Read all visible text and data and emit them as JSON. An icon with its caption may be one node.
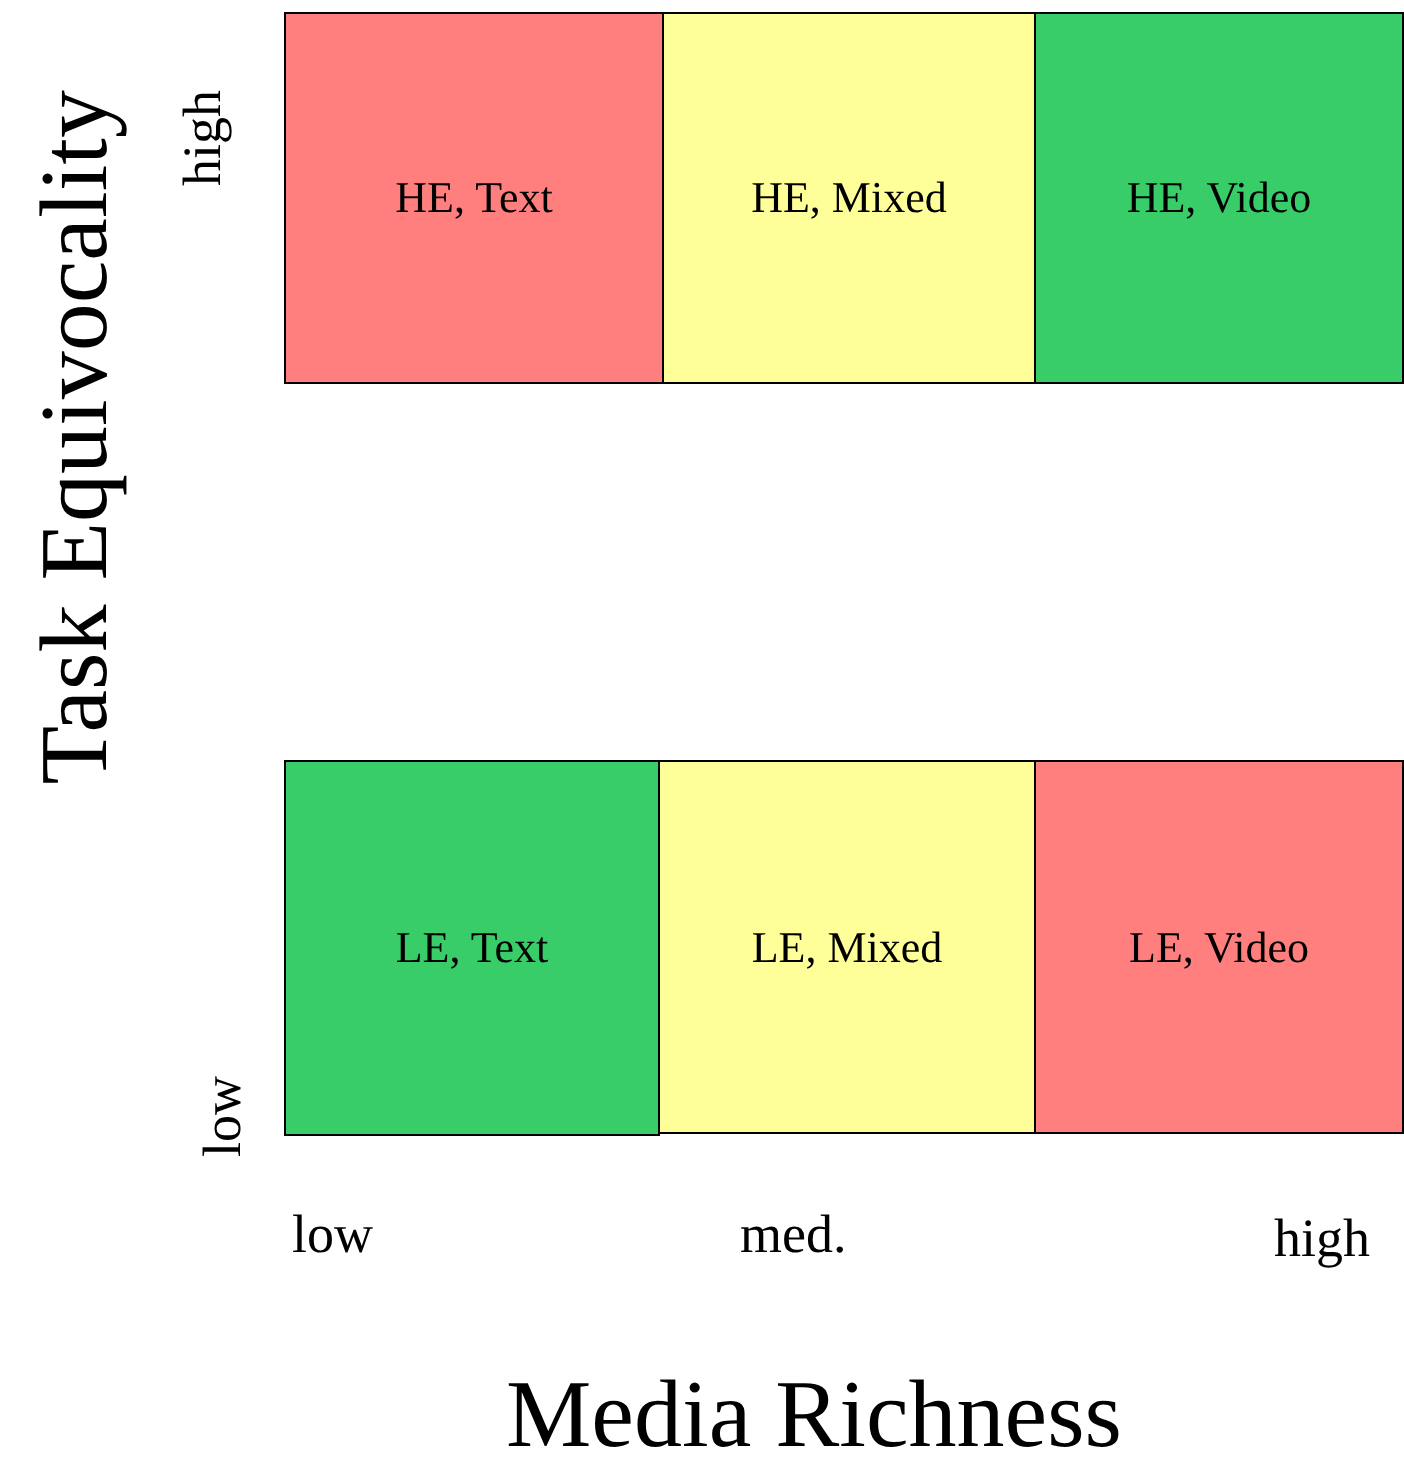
{
  "diagram": {
    "nodes": [
      {
        "text": [
          "HE, Text"
        ]
      },
      {
        "text": [
          "HE, Mixed"
        ]
      },
      {
        "text": [
          "HE, Video"
        ]
      },
      {
        "text": [
          "LE, Text"
        ]
      },
      {
        "text": [
          "LE, Mixed"
        ]
      },
      {
        "text": [
          "LE, Video"
        ]
      }
    ],
    "labels": [
      "high",
      "Task Equivocality",
      "low",
      "low",
      "med.",
      "high",
      "Media Richness"
    ]
  }
}
